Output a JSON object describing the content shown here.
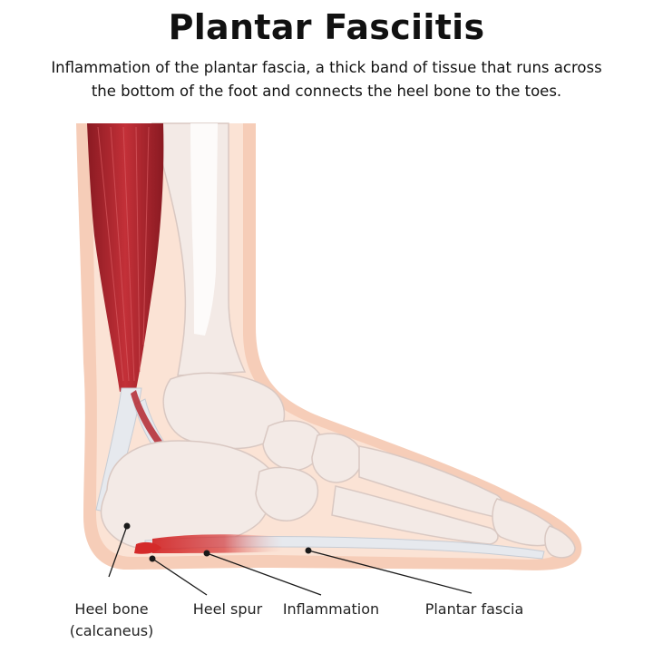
{
  "header": {
    "title": "Plantar Fasciitis",
    "subtitle_lines": [
      "Inflammation of the plantar fascia, a thick band of tissue that runs across",
      "the bottom of the foot and connects the heel bone to the toes."
    ]
  },
  "labels": {
    "heel_bone_line1": "Heel bone",
    "heel_bone_line2": "(calcaneus)",
    "heel_spur": "Heel spur",
    "inflammation": "Inflammation",
    "plantar_fascia": "Plantar fascia"
  },
  "colors": {
    "skin_outer": "#f6cdb8",
    "skin_inner": "#fbe3d5",
    "bone": "#f3eae6",
    "bone_outline": "#d9c8c2",
    "muscle": "#b3272f",
    "muscle_dark": "#8a1a22",
    "tendon": "#e6e9ee",
    "inflammation": "#d42a2a",
    "leader_line": "#1a1a1a"
  }
}
